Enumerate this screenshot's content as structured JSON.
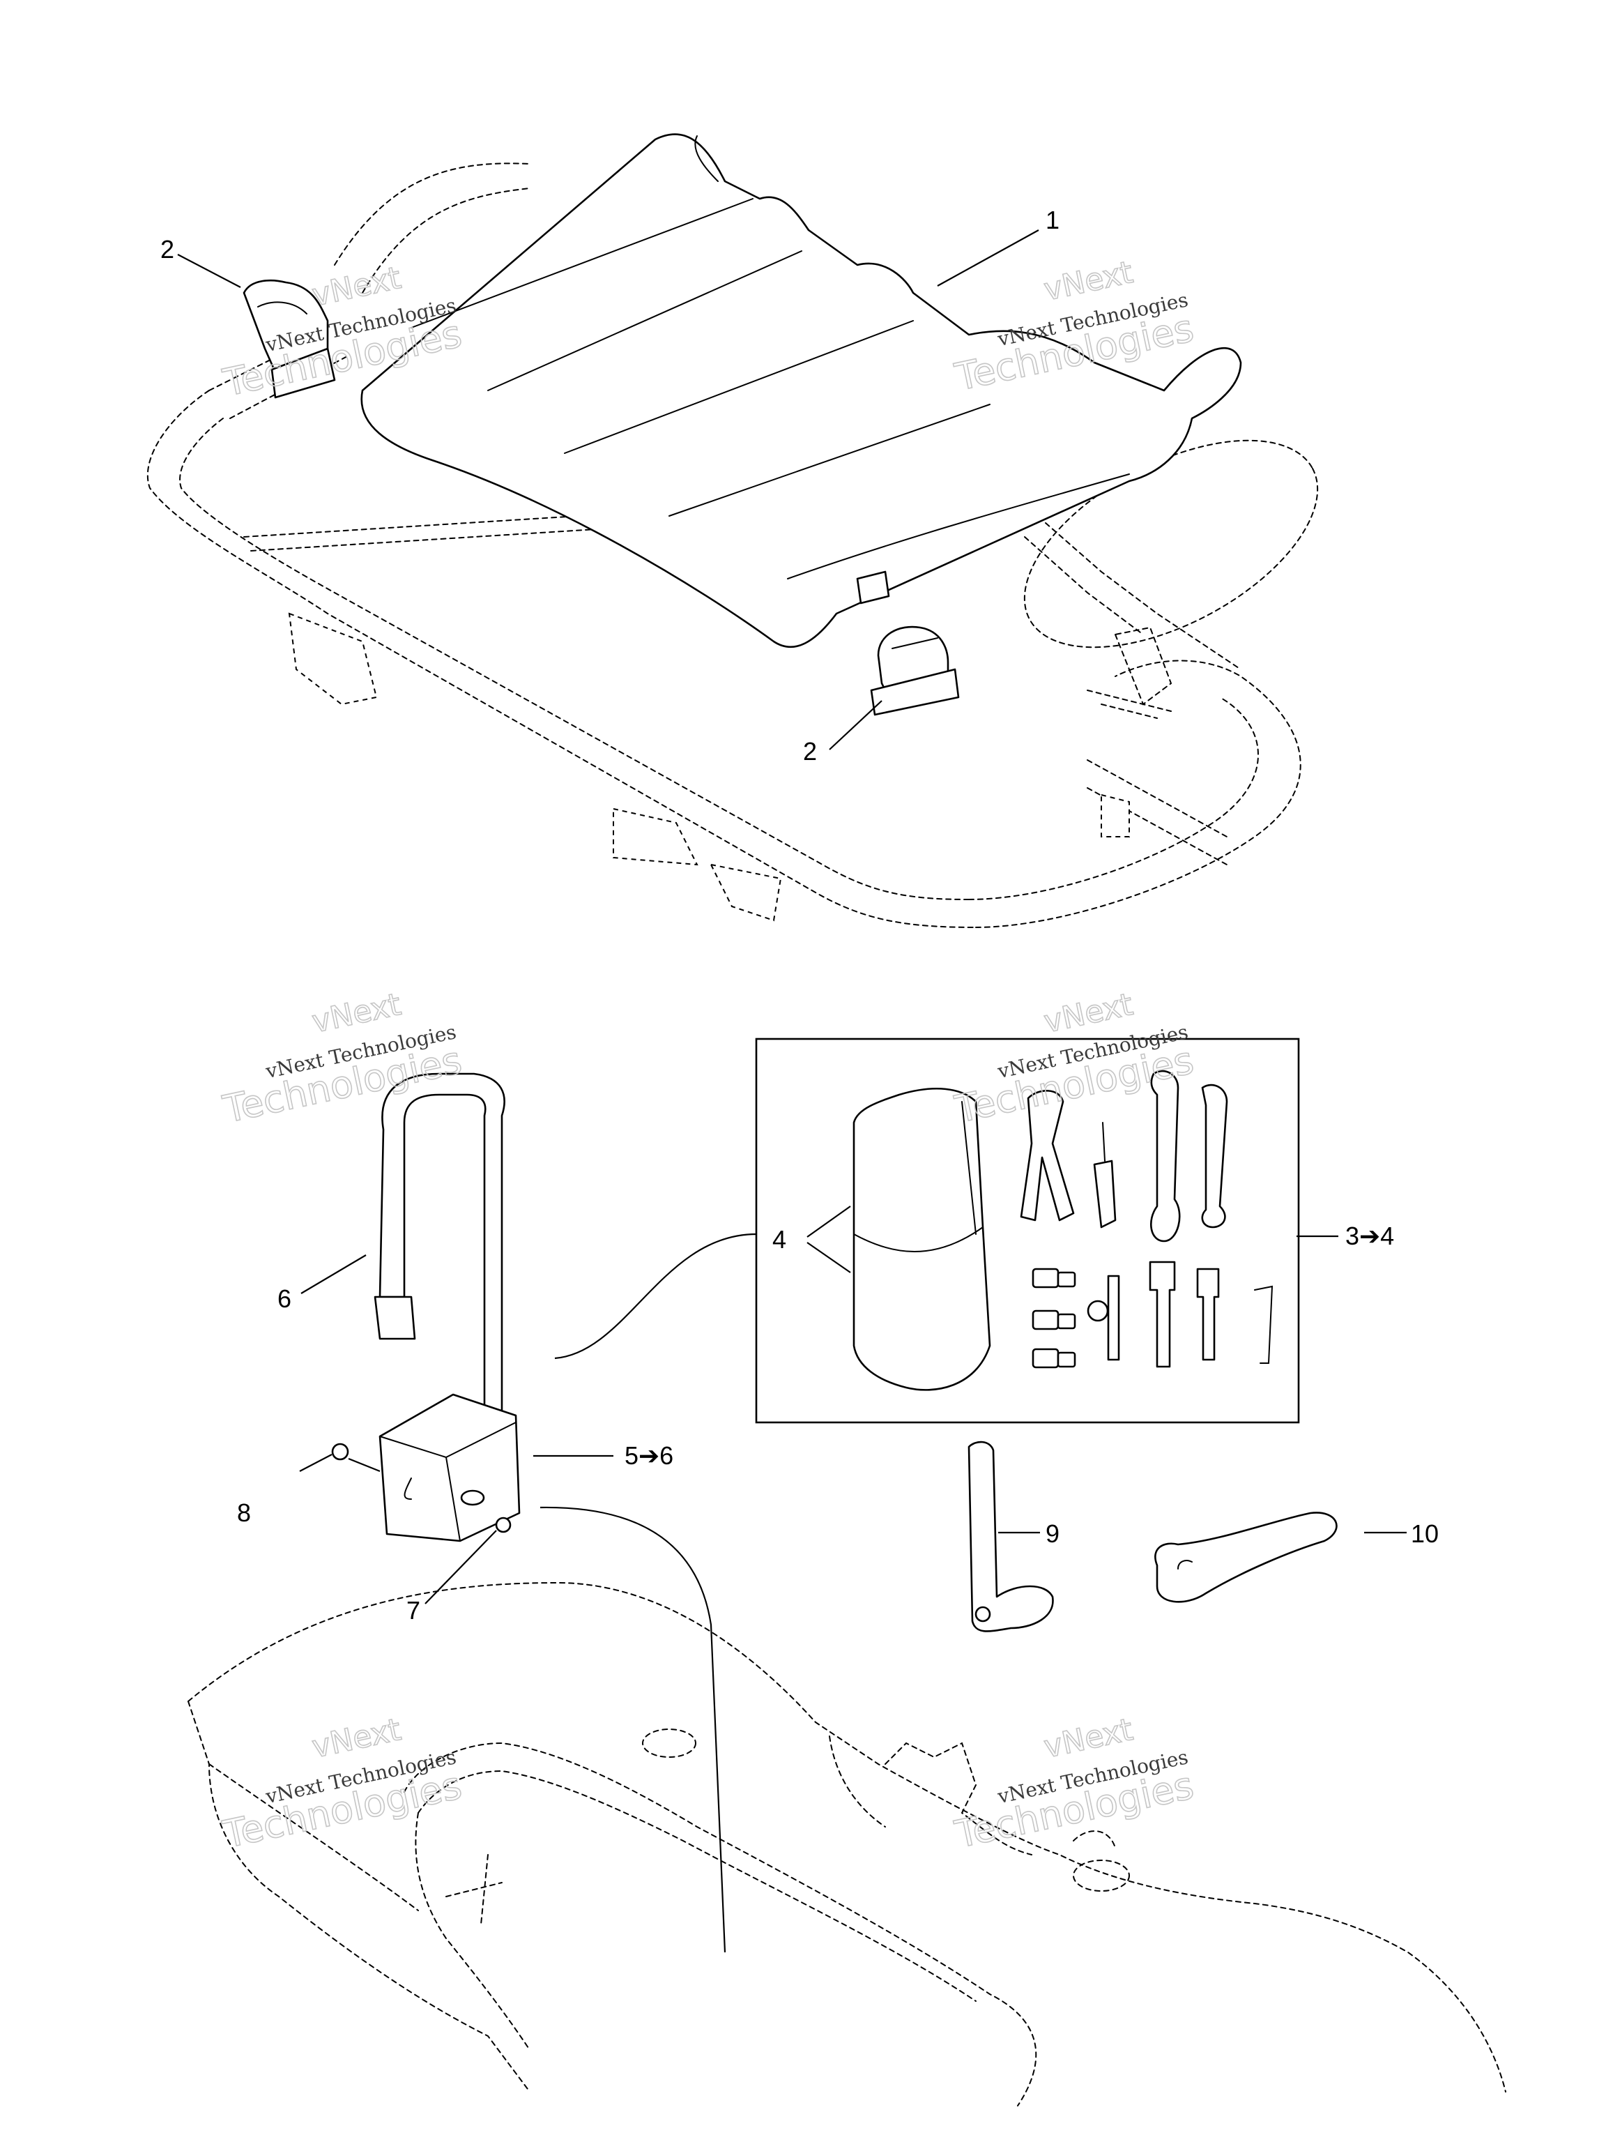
{
  "callouts": {
    "c1": "1",
    "c2a": "2",
    "c2b": "2",
    "c3": "3➔4",
    "c4": "4",
    "c5": "5➔6",
    "c6": "6",
    "c7": "7",
    "c8": "8",
    "c9": "9",
    "c10": "10"
  },
  "watermark": {
    "line1": "vNext",
    "line2": "vNext Technologies",
    "line3": "Technologies"
  }
}
